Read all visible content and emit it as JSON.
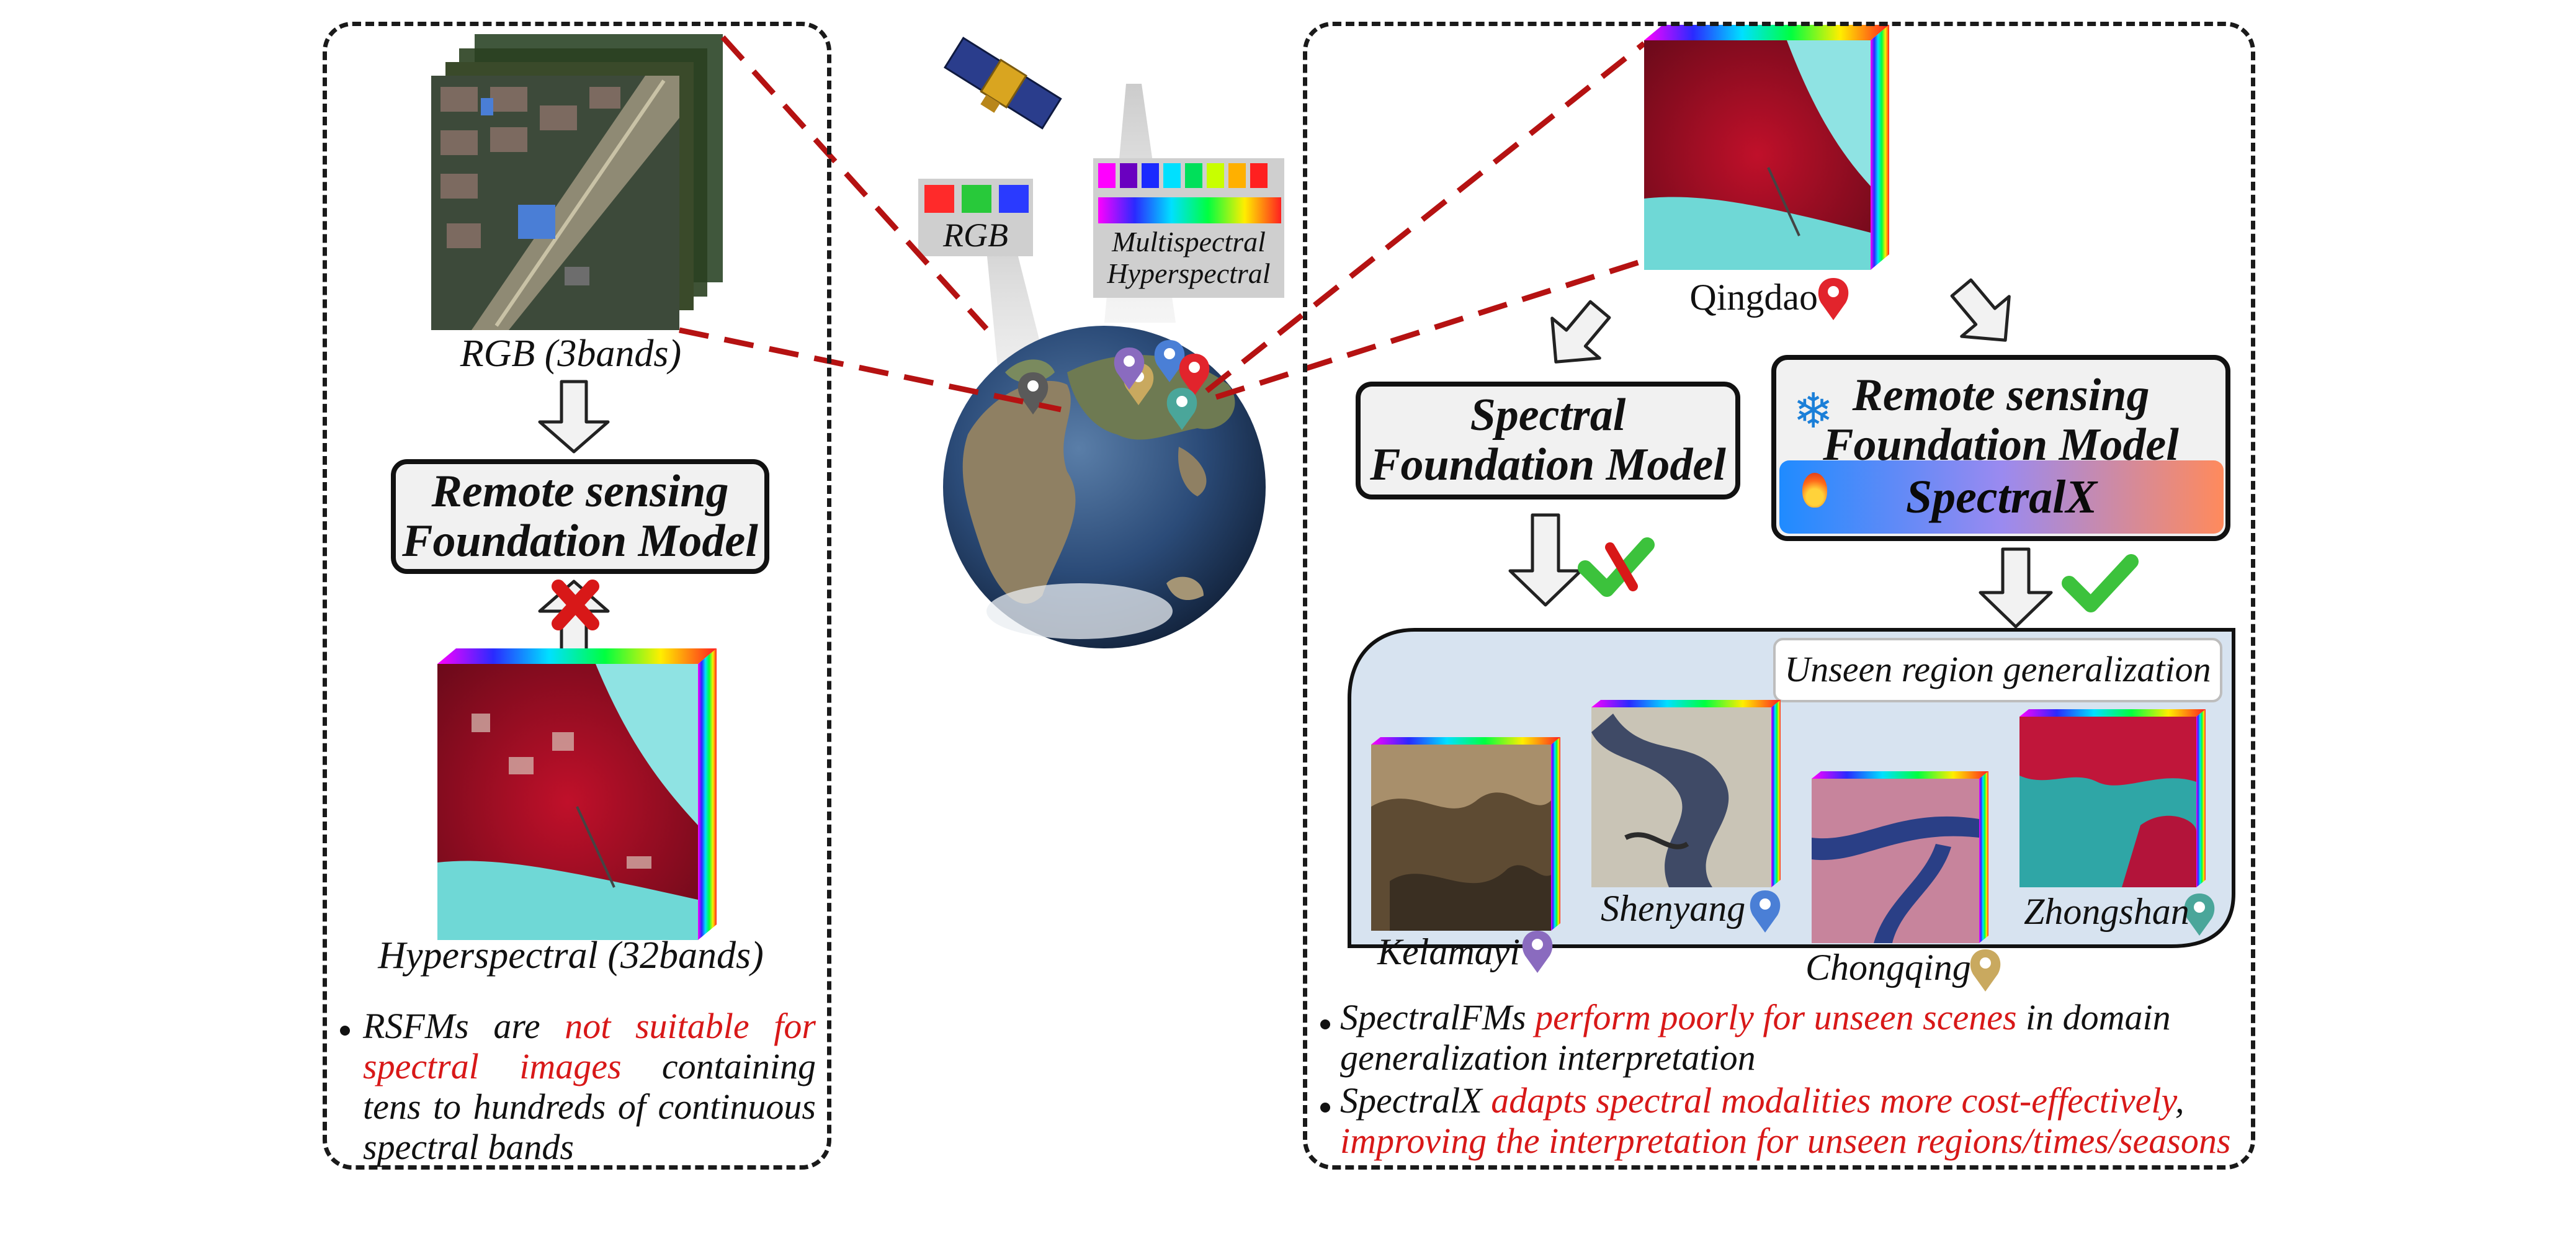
{
  "left_panel": {
    "rgb_caption": "RGB (3bands)",
    "model_title_line1": "Remote sensing",
    "model_title_line2": "Foundation Model",
    "hsi_caption": "Hyperspectral (32bands)",
    "note": {
      "t1": "RSFMs are ",
      "t2": "not suitable for spectral images",
      "t3": " containing tens to hundreds of continuous spectral bands"
    }
  },
  "center": {
    "rgb_label": "RGB",
    "multi_label_line1": "Multispectral",
    "multi_label_line2": "Hyperspectral"
  },
  "right_panel": {
    "source_city": "Qingdao",
    "spectral_fm_line1": "Spectral",
    "spectral_fm_line2": "Foundation Model",
    "rs_fm_line1": "Remote sensing",
    "rs_fm_line2": "Foundation Model",
    "spectralx_label": "SpectralX",
    "unseen_title": "Unseen region generalization",
    "cities": [
      "Kelamayi",
      "Shenyang",
      "Chongqing",
      "Zhongshan"
    ],
    "note1": {
      "t1": "SpectralFMs ",
      "t2": "perform poorly for unseen scenes",
      "t3": " in domain generalization interpretation"
    },
    "note2": {
      "t1": "SpectralX ",
      "t2": "adapts spectral modalities more cost-effectively",
      "t3": ",",
      "t4": "improving the interpretation for unseen regions/times/seasons"
    }
  },
  "colors": {
    "accent_red": "#d81818",
    "check_green": "#3cc23c",
    "unseen_bg": "#d7e3f0",
    "spectralx_gradient": [
      "#1f8bff",
      "#ff8a5c"
    ],
    "pin_colors": [
      "#5a5a5a",
      "#c9a95f",
      "#8a6bbf",
      "#4a7fd6",
      "#e2242c",
      "#4aa69a"
    ]
  },
  "icons": [
    "satellite-icon",
    "globe-icon",
    "location-pin-icon",
    "snowflake-icon",
    "fire-icon",
    "check-icon",
    "cross-icon",
    "down-arrow-icon"
  ]
}
